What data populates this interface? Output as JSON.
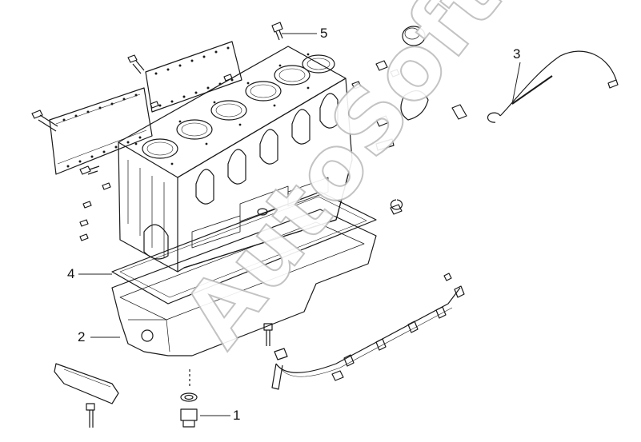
{
  "diagram": {
    "callouts": [
      {
        "id": "1",
        "label": "1"
      },
      {
        "id": "2",
        "label": "2"
      },
      {
        "id": "3",
        "label": "3"
      },
      {
        "id": "4",
        "label": "4"
      },
      {
        "id": "5",
        "label": "5"
      }
    ],
    "watermark": "AutoSoft",
    "colors": {
      "line": "#1a1a1a",
      "leader": "#222222",
      "watermark": "#bdbdbd"
    }
  }
}
